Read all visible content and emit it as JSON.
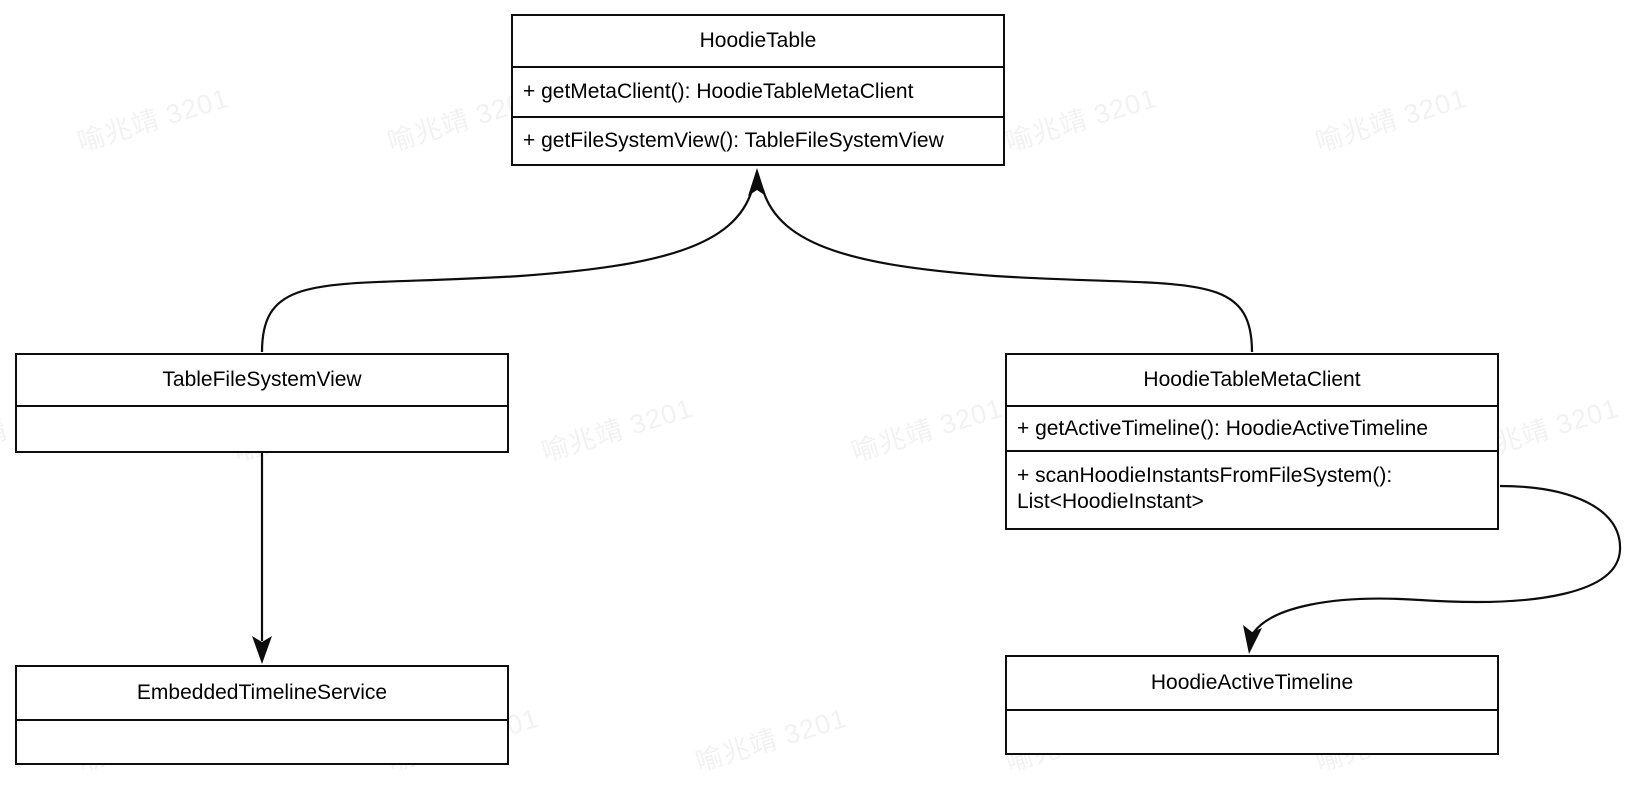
{
  "diagram": {
    "type": "uml-class-diagram",
    "title": "",
    "background_color": "#ffffff",
    "line_color": "#0d0d0d",
    "text_color": "#000000",
    "watermark": {
      "text": "喻兆靖 3201",
      "color": "#f2f2f2",
      "rotation_deg": -17
    },
    "classes": [
      {
        "id": "hoodie-table",
        "name": "HoodieTable",
        "members": [
          "+ getMetaClient(): HoodieTableMetaClient",
          "+ getFileSystemView(): TableFileSystemView"
        ]
      },
      {
        "id": "table-file-system-view",
        "name": "TableFileSystemView",
        "members": [
          ""
        ]
      },
      {
        "id": "hoodie-table-meta-client",
        "name": "HoodieTableMetaClient",
        "members": [
          "+ getActiveTimeline(): HoodieActiveTimeline",
          "+ scanHoodieInstantsFromFileSystem(): List<HoodieInstant>"
        ]
      },
      {
        "id": "embedded-timeline-service",
        "name": "EmbeddedTimelineService",
        "members": [
          ""
        ]
      },
      {
        "id": "hoodie-active-timeline",
        "name": "HoodieActiveTimeline",
        "members": [
          ""
        ]
      }
    ],
    "relationships": [
      {
        "from": "table-file-system-view",
        "to": "hoodie-table",
        "style": "curved",
        "arrow": "filled-solid"
      },
      {
        "from": "hoodie-table-meta-client",
        "to": "hoodie-table",
        "style": "curved",
        "arrow": "filled-solid"
      },
      {
        "from": "table-file-system-view",
        "to": "embedded-timeline-service",
        "style": "straight-vertical",
        "arrow": "filled-solid"
      },
      {
        "from": "hoodie-table-meta-client",
        "to": "hoodie-active-timeline",
        "style": "curved-loop",
        "arrow": "filled-solid"
      }
    ]
  }
}
